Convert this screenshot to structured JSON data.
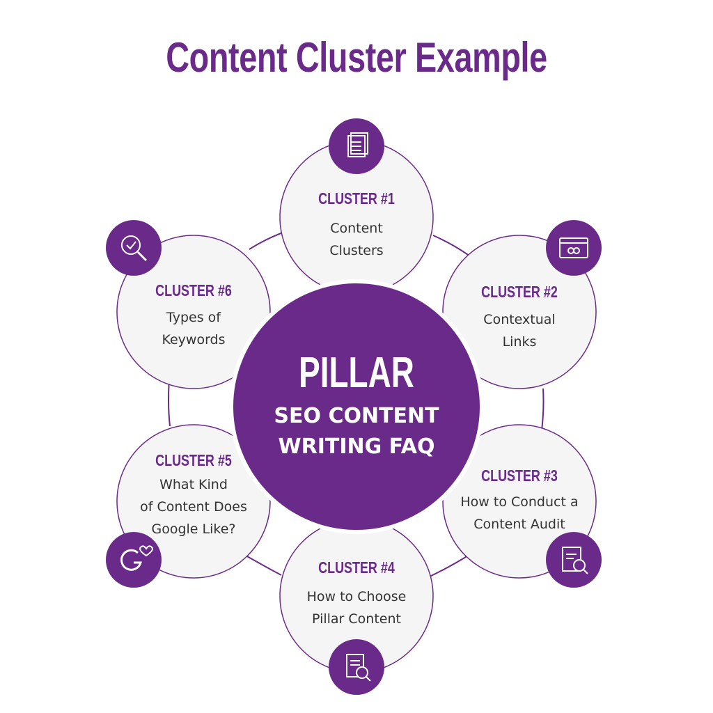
{
  "title": "Content Cluster Example",
  "colors": {
    "purple": "#6a2a8a",
    "circle_fill": "#f5f5f5",
    "ring": "#6a2a8a"
  },
  "pillar": {
    "title": "PILLAR",
    "subtitle": "SEO CONTENT\nWRITING FAQ"
  },
  "clusters": [
    {
      "label": "CLUSTER #1",
      "text": "Content\nClusters",
      "icon": "document-icon"
    },
    {
      "label": "CLUSTER #2",
      "text": "Contextual\nLinks",
      "icon": "browser-link-icon"
    },
    {
      "label": "CLUSTER #3",
      "text": "How to Conduct a\nContent Audit",
      "icon": "audit-report-icon"
    },
    {
      "label": "CLUSTER #4",
      "text": "How to Choose\nPillar Content",
      "icon": "document-check-icon"
    },
    {
      "label": "CLUSTER #5",
      "text": "What Kind\nof Content Does\nGoogle Like?",
      "icon": "google-heart-icon"
    },
    {
      "label": "CLUSTER #6",
      "text": "Types of\nKeywords",
      "icon": "magnifier-check-icon"
    }
  ]
}
